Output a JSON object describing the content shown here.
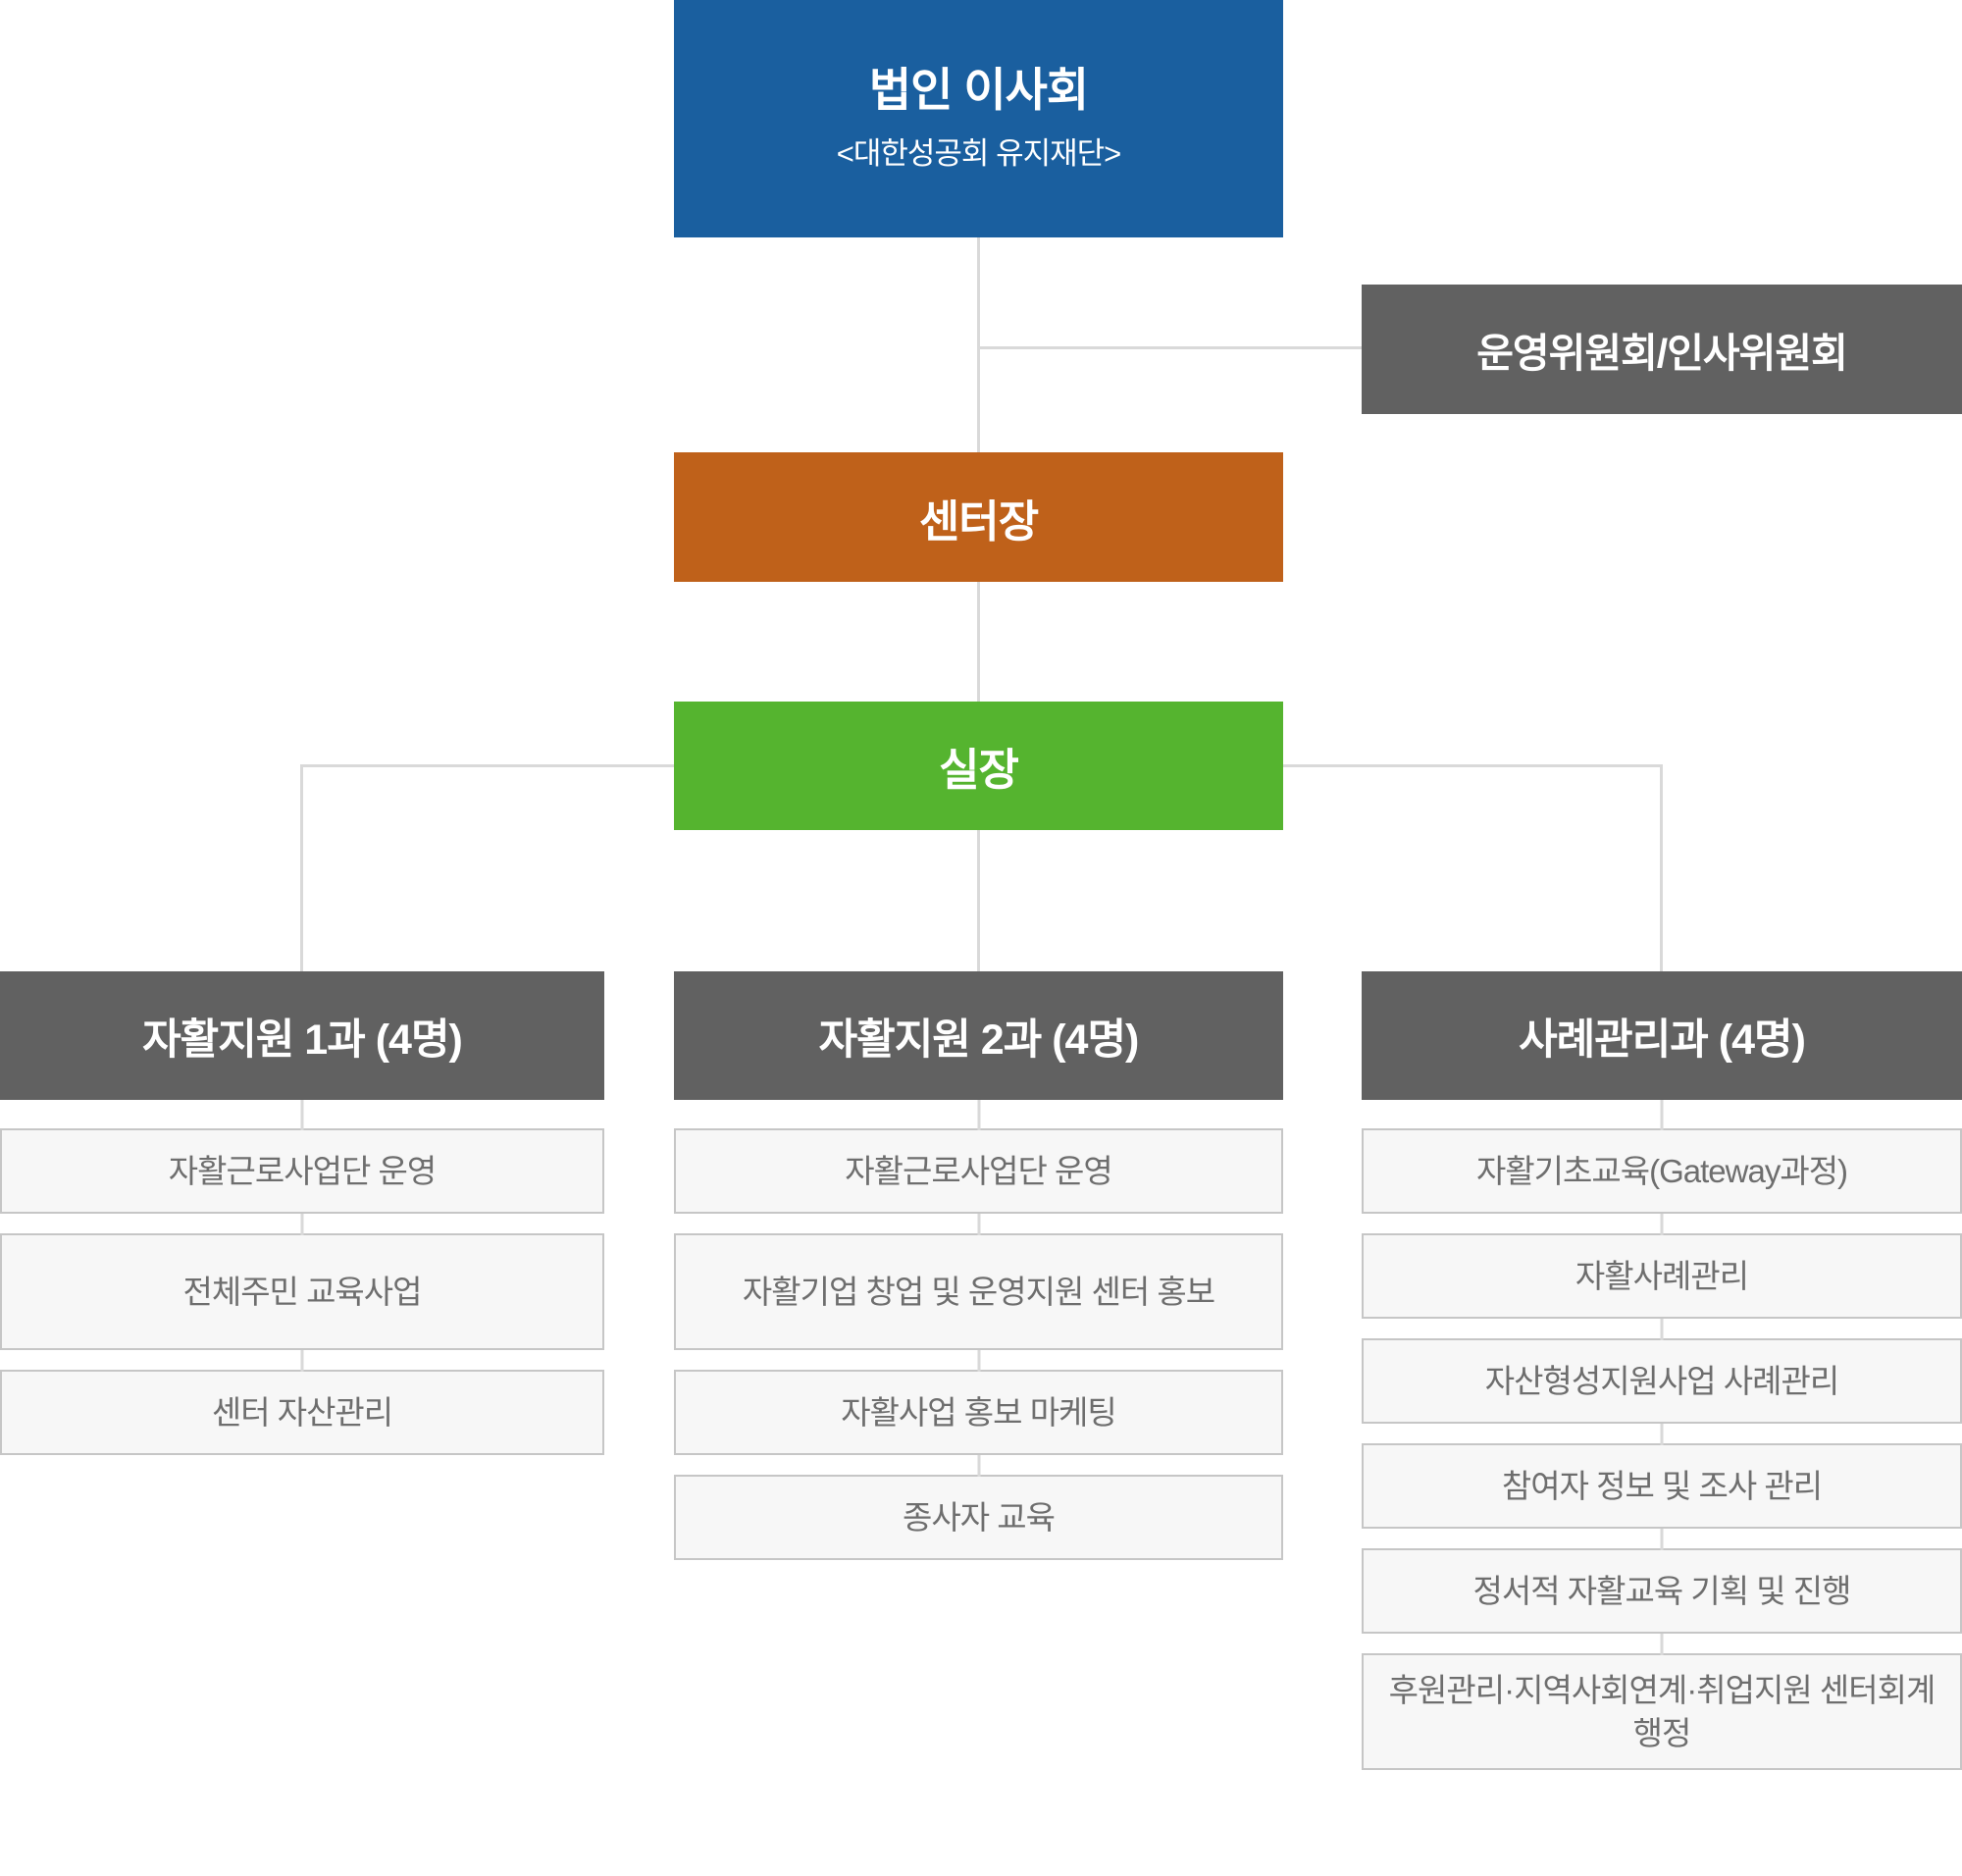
{
  "colors": {
    "board_blue": "#1a5f9f",
    "committee_gray": "#616161",
    "director_orange": "#bf611a",
    "manager_green": "#55b42f",
    "department_gray": "#616161",
    "item_background": "#f7f7f7",
    "item_border": "#c6c6c6",
    "item_text": "#6e6e6e",
    "connector_line": "#d9d9d9"
  },
  "org": {
    "root": {
      "title": "법인 이사회",
      "subtitle": "<대한성공회 유지재단>"
    },
    "committee": {
      "label": "운영위원회/인사위원회"
    },
    "director": {
      "label": "센터장"
    },
    "manager": {
      "label": "실장"
    },
    "departments": [
      {
        "title": "자활지원 1과 (4명)",
        "items": [
          "자활근로사업단 운영",
          "전체주민 교육사업",
          "센터 자산관리"
        ]
      },
      {
        "title": "자활지원 2과 (4명)",
        "items": [
          "자활근로사업단 운영",
          "자활기업 창업 및 운영지원 센터 홍보",
          "자활사업 홍보 마케팅",
          "종사자 교육"
        ]
      },
      {
        "title": "사례관리과 (4명)",
        "items": [
          "자활기초교육(Gateway과정)",
          "자활사례관리",
          "자산형성지원사업 사례관리",
          "참여자 정보 및 조사 관리",
          "정서적 자활교육 기획 및 진행",
          "후원관리·지역사회연계·취업지원 센터회계행정"
        ]
      }
    ]
  }
}
